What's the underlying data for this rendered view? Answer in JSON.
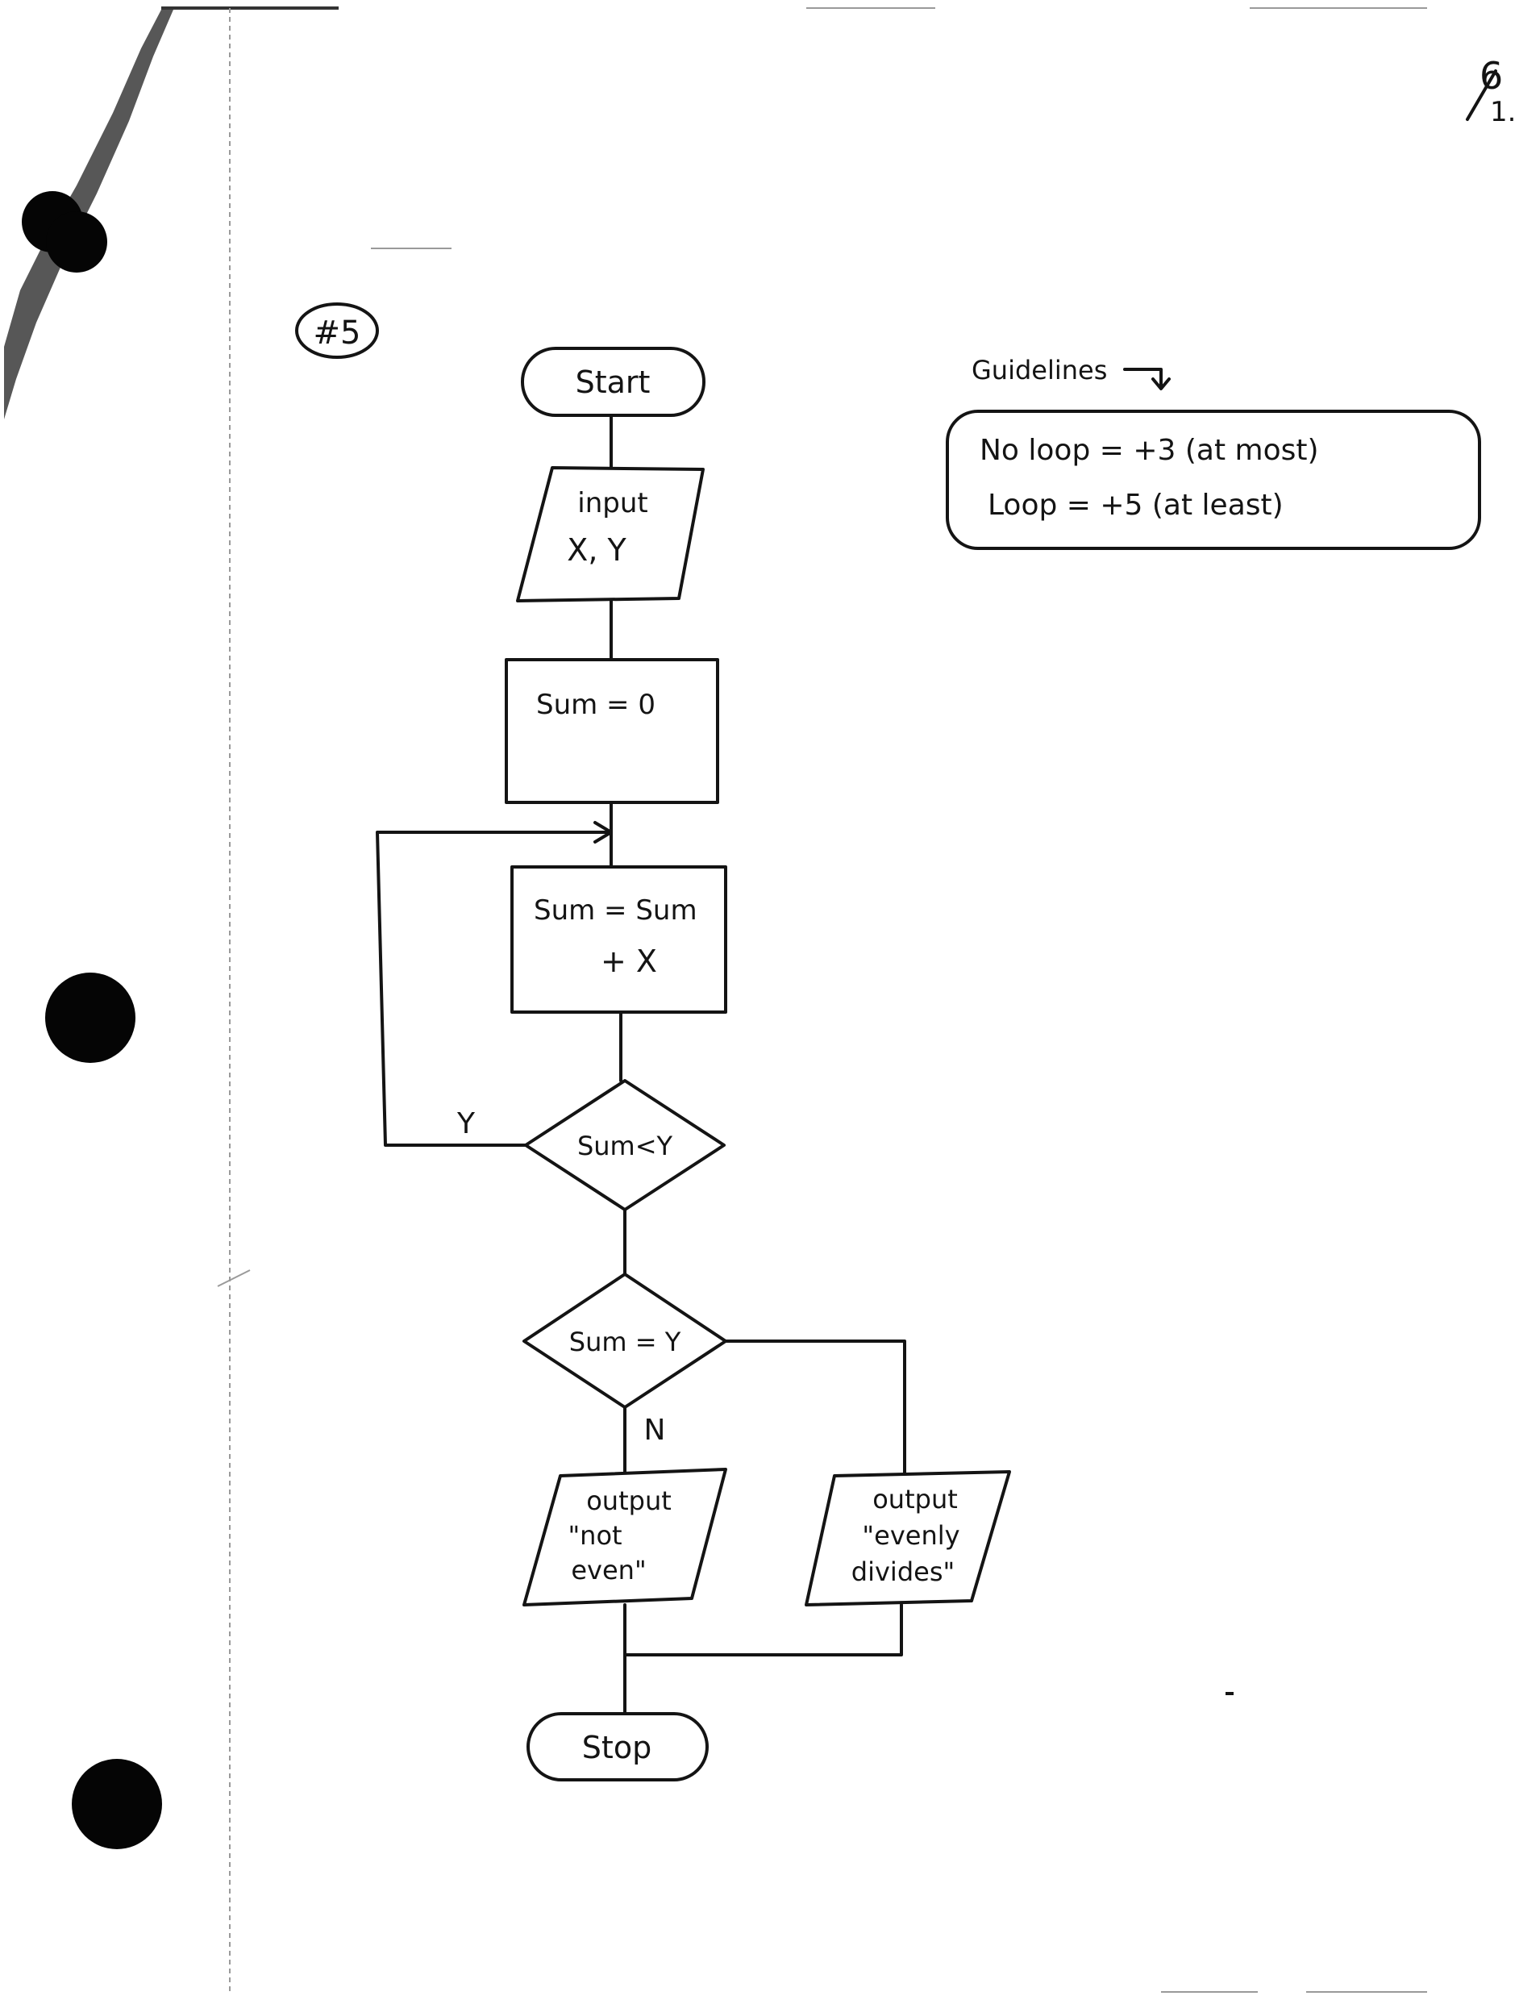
{
  "page_mark": {
    "numerator": "6",
    "denominator": "1."
  },
  "problem_label": "#5",
  "guidelines": {
    "heading": "Guidelines",
    "line1": "No loop = +3 (at most)",
    "line2": "Loop = +5 (at least)"
  },
  "flowchart": {
    "start": "Start",
    "input_line1": "input",
    "input_line2": "X, Y",
    "init": "Sum = 0",
    "update_line1": "Sum = Sum",
    "update_line2": "+ X",
    "decision1": "Sum<Y",
    "decision1_yes": "Y",
    "decision2": "Sum = Y",
    "decision2_no": "N",
    "output_not_even_line1": "output",
    "output_not_even_line2": "\"not",
    "output_not_even_line3": "even\"",
    "output_even_line1": "output",
    "output_even_line2": "\"evenly",
    "output_even_line3": "divides\"",
    "stop": "Stop"
  }
}
